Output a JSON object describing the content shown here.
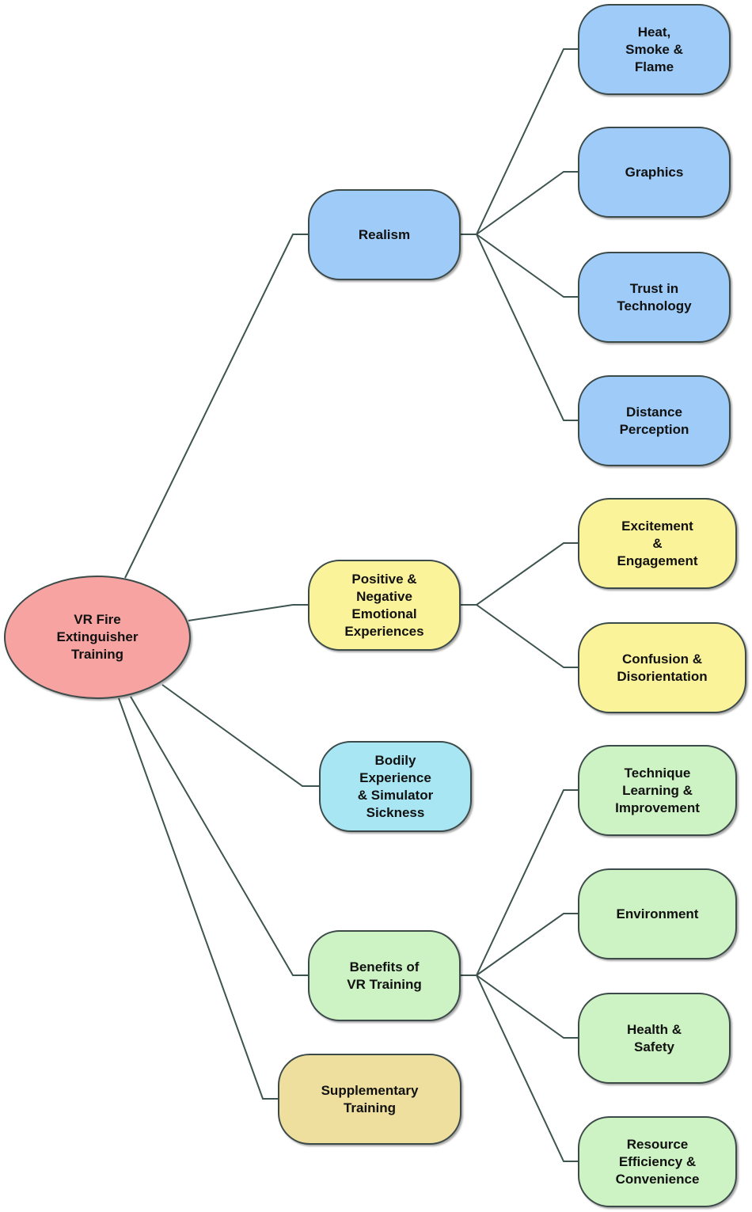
{
  "colors": {
    "root": "#f6a3a1",
    "realism": "#9ecbf7",
    "emotional": "#fbf39a",
    "bodily": "#a7e6f2",
    "benefits": "#cdf2c3",
    "supplementary": "#eedf9f",
    "connector": "#3d5450"
  },
  "root": {
    "label": "VR Fire\nExtinguisher\nTraining"
  },
  "branches": [
    {
      "label": "Realism",
      "children": [
        {
          "label": "Heat,\nSmoke &\nFlame"
        },
        {
          "label": "Graphics"
        },
        {
          "label": "Trust in\nTechnology"
        },
        {
          "label": "Distance\nPerception"
        }
      ]
    },
    {
      "label": "Positive &\nNegative\nEmotional\nExperiences",
      "children": [
        {
          "label": "Excitement\n&\nEngagement"
        },
        {
          "label": "Confusion &\nDisorientation"
        }
      ]
    },
    {
      "label": "Bodily\nExperience\n& Simulator\nSickness",
      "children": []
    },
    {
      "label": "Benefits of\nVR Training",
      "children": [
        {
          "label": "Technique\nLearning &\nImprovement"
        },
        {
          "label": "Environment"
        },
        {
          "label": "Health &\nSafety"
        },
        {
          "label": "Resource\nEfficiency &\nConvenience"
        }
      ]
    },
    {
      "label": "Supplementary\nTraining",
      "children": []
    }
  ]
}
